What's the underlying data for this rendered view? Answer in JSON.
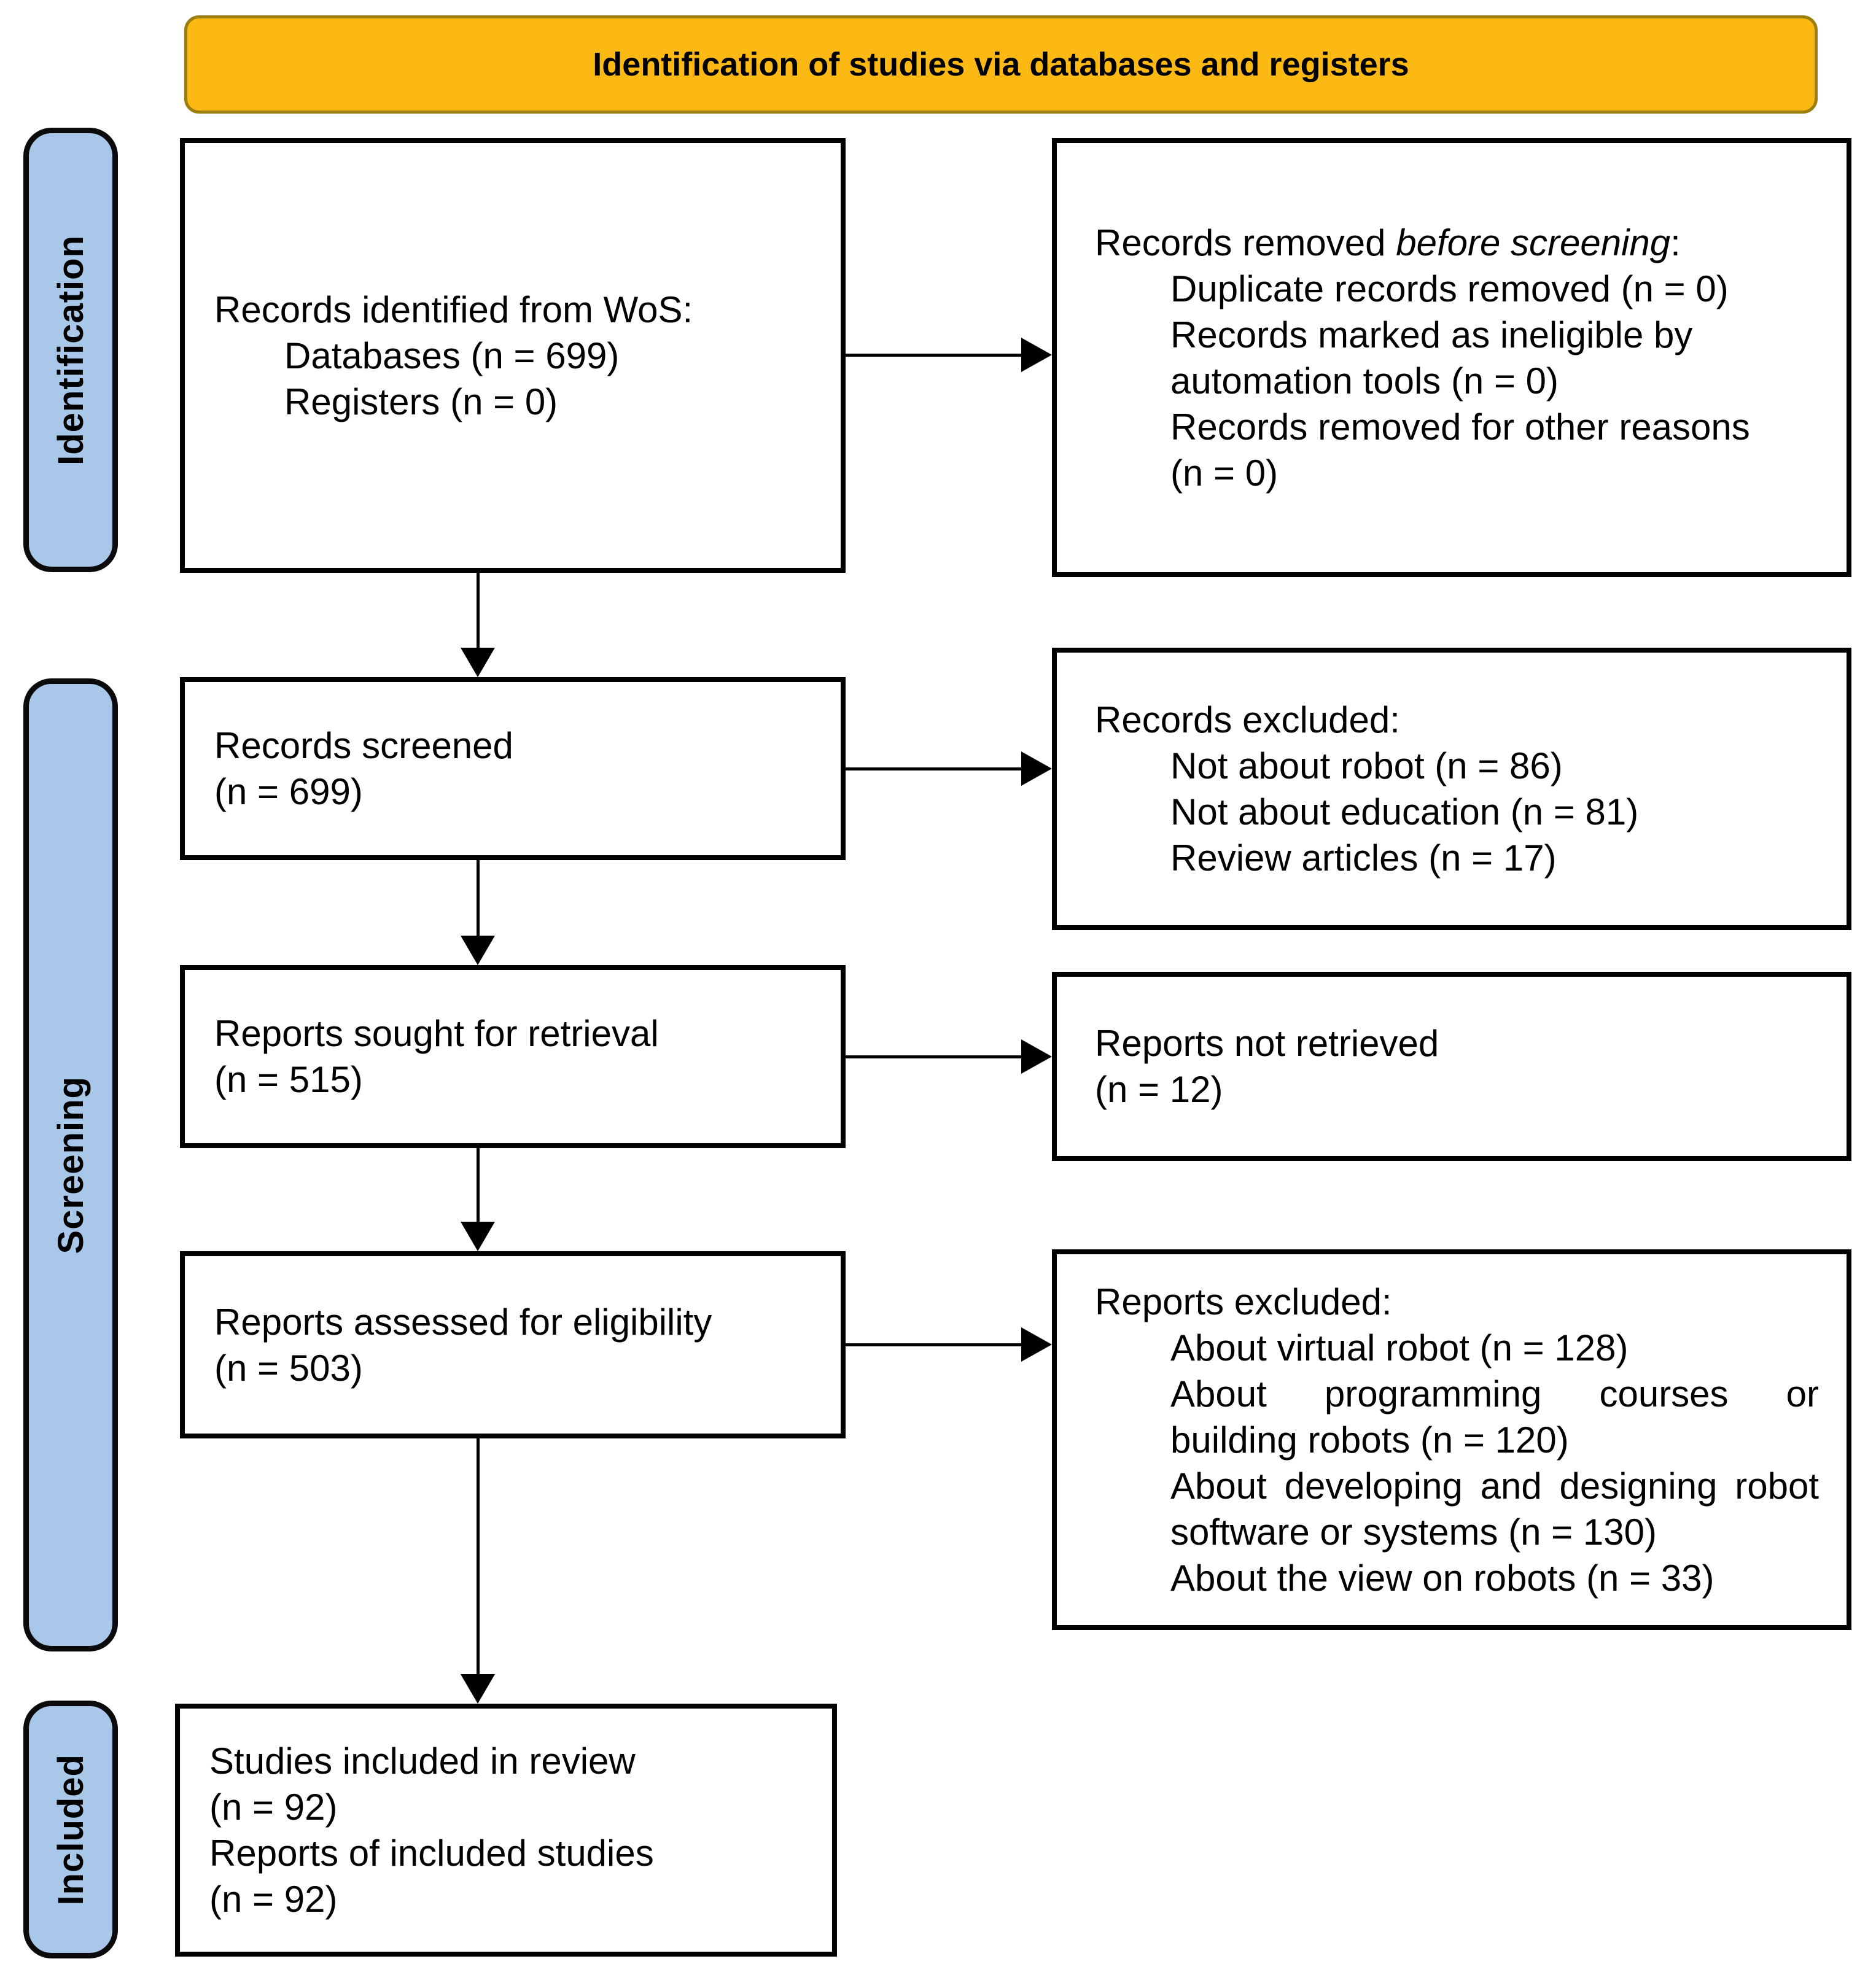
{
  "banner": {
    "title": "Identification of studies via databases and registers"
  },
  "stages": {
    "identification": "Identification",
    "screening": "Screening",
    "included": "Included"
  },
  "boxes": {
    "records_identified": {
      "title": "Records identified from WoS:",
      "item1": "Databases (n = 699)",
      "item2": "Registers (n = 0)"
    },
    "records_removed": {
      "title_prefix": "Records removed ",
      "title_italic": "before screening",
      "title_suffix": ":",
      "item1": "Duplicate records removed  (n = 0)",
      "item2_line1": "Records marked as ineligible by",
      "item2_line2": "automation tools (n = 0)",
      "item3_line1": "Records removed for other reasons",
      "item3_line2": "(n = 0)"
    },
    "records_screened": {
      "line1": "Records screened",
      "line2": "(n = 699)"
    },
    "records_excluded": {
      "title": "Records excluded:",
      "item1": "Not about robot (n = 86)",
      "item2": "Not about education (n = 81)",
      "item3": "Review articles (n = 17)"
    },
    "reports_sought": {
      "line1": "Reports sought for retrieval",
      "line2": "(n = 515)"
    },
    "reports_not_retrieved": {
      "line1": "Reports not retrieved",
      "line2": "(n = 12)"
    },
    "reports_assessed": {
      "line1": "Reports assessed for eligibility",
      "line2": "(n = 503)"
    },
    "reports_excluded": {
      "title": "Reports excluded:",
      "item1": "About virtual robot (n = 128)",
      "item2_line1": "About programming courses or",
      "item2_line2": "building robots (n = 120)",
      "item3_line1": "About developing and designing robot",
      "item3_line2": "software or systems (n = 130)",
      "item4": "About the view on robots (n = 33)"
    },
    "studies_included": {
      "line1": "Studies included in review",
      "line2": "(n = 92)",
      "line3": "Reports of included studies",
      "line4": "(n = 92)"
    }
  },
  "colors": {
    "banner_fill": "#FCB813",
    "banner_border": "#9B7E0B",
    "stage_fill": "#A9C7E8",
    "stage_border": "#0B0B0D",
    "box_border": "#000000",
    "arrow_color": "#000000",
    "text_color": "#000000"
  }
}
